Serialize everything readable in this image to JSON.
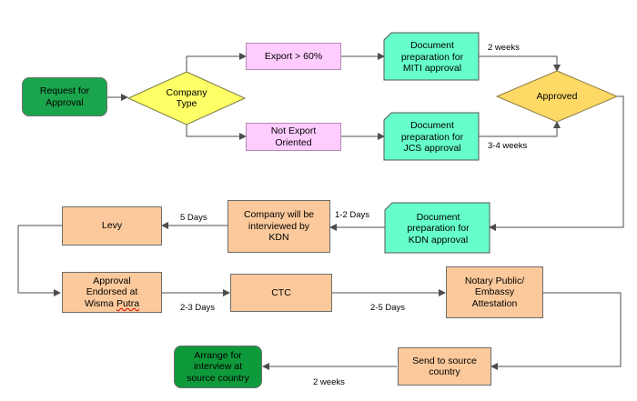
{
  "nodes": {
    "request": "Request for\nApproval",
    "company_type": "Company\nType",
    "export_gt60": "Export > 60%",
    "not_export": "Not Export\nOriented",
    "doc_miti": "Document\npreparation for\nMITI approval",
    "doc_jcs": "Document\npreparation for\nJCS approval",
    "approved": "Approved",
    "doc_kdn": "Document\npreparation for\nKDN approval",
    "interview_kdn": "Company will be\ninterviewed by\nKDN",
    "levy": "Levy",
    "approval_endorsed_l1": "Approval",
    "approval_endorsed_l2": "Endorsed at",
    "approval_endorsed_l3a": "Wisma ",
    "approval_endorsed_l3b": "Putra",
    "ctc": "CTC",
    "notary": "Notary Public/\nEmbassy\nAttestation",
    "send_source": "Send to source\ncountry",
    "arrange_interview": "Arrange for\ninterview at\nsource country"
  },
  "durations": {
    "miti": "2 weeks",
    "jcs": "3-4 weeks",
    "kdn": "1-2 Days",
    "interview_to_levy": "5 Days",
    "endorsed_to_ctc": "2-3 Days",
    "ctc_to_notary": "2-5 Days",
    "send_to_arrange": "2 weeks"
  },
  "colors": {
    "start_end": "#1aa54c",
    "decision": "#ffff66",
    "approved": "#ffd966",
    "branch": "#ffccff",
    "document": "#66ffcc",
    "process": "#fbc99b",
    "connector": "#4d4d4d"
  }
}
